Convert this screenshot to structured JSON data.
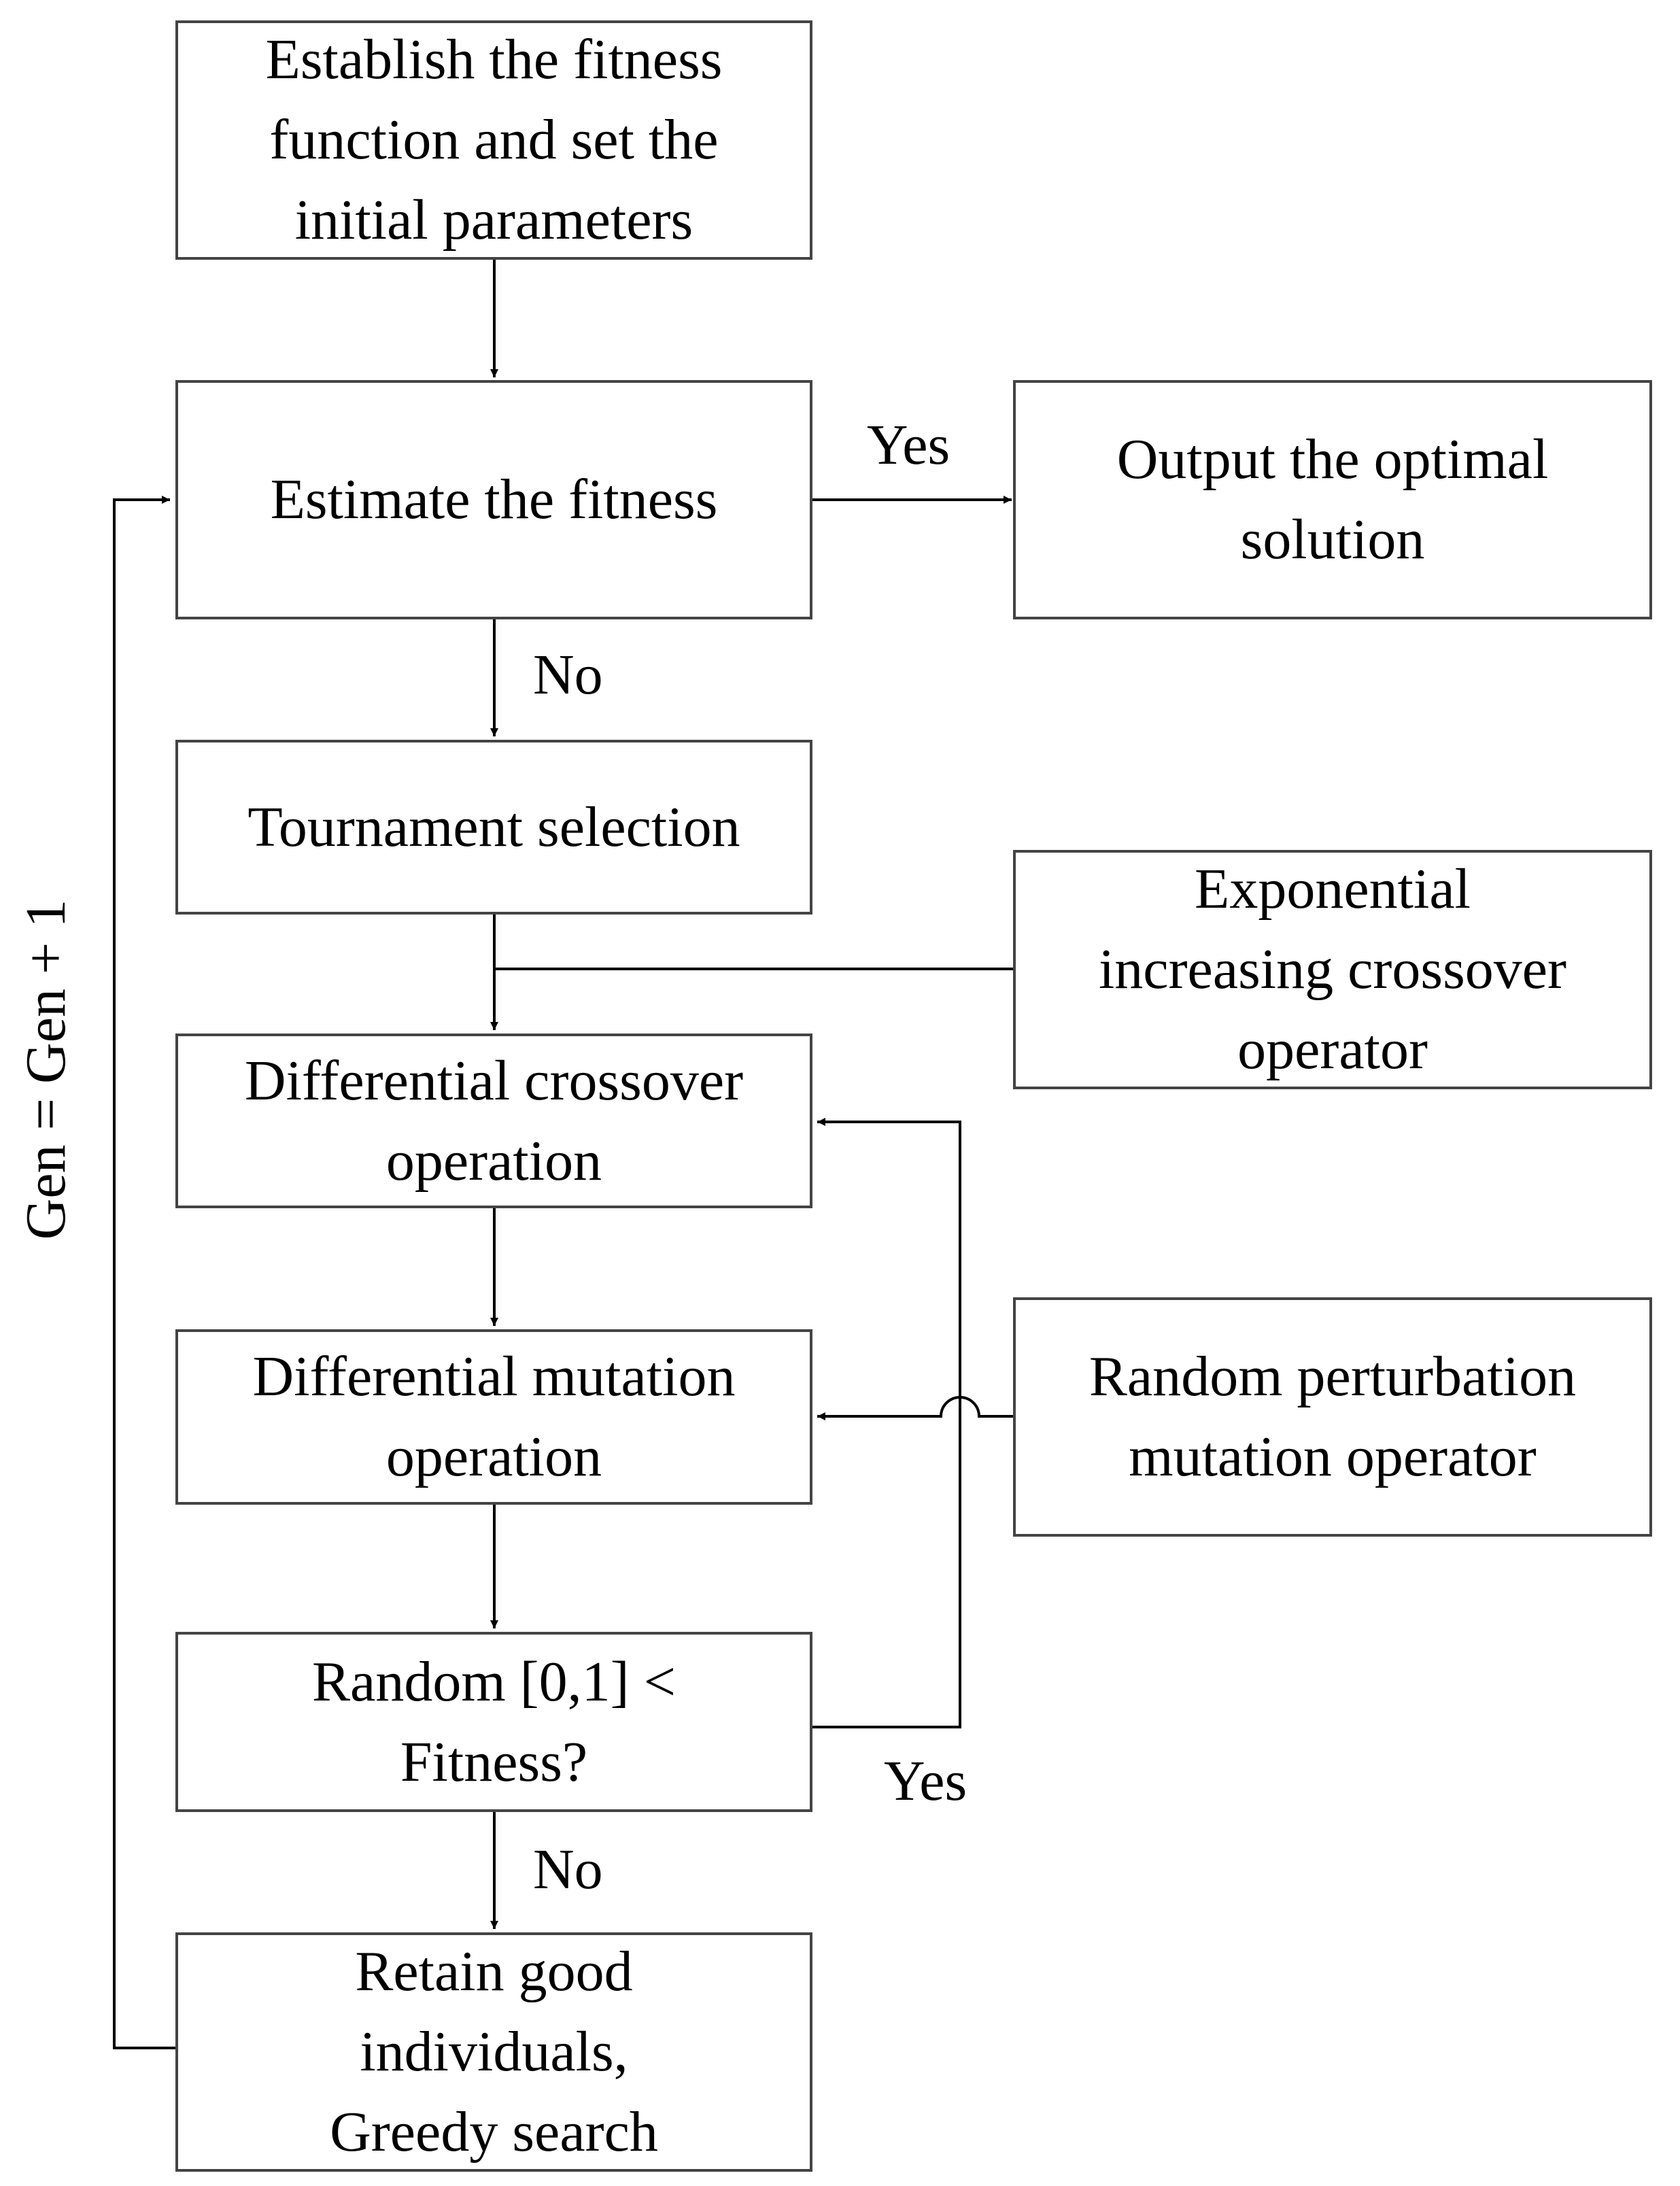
{
  "nodes": {
    "establish": "Establish the fitness\nfunction and set the\ninitial parameters",
    "estimate": "Estimate the fitness",
    "output": "Output the optimal\nsolution",
    "tournament": "Tournament selection",
    "exponential": "Exponential\nincreasing crossover\noperator",
    "crossover": "Differential crossover\noperation",
    "mutation": "Differential mutation\noperation",
    "random_perturbation": "Random perturbation\nmutation operator",
    "condition": "Random [0,1] <\nFitness?",
    "retain": "Retain good\nindividuals,\nGreedy search"
  },
  "edge_labels": {
    "estimate_yes": "Yes",
    "estimate_no": "No",
    "condition_yes": "Yes",
    "condition_no": "No",
    "loop": "Gen = Gen + 1"
  },
  "colors": {
    "line": "#000000",
    "box_border": "#444444"
  }
}
